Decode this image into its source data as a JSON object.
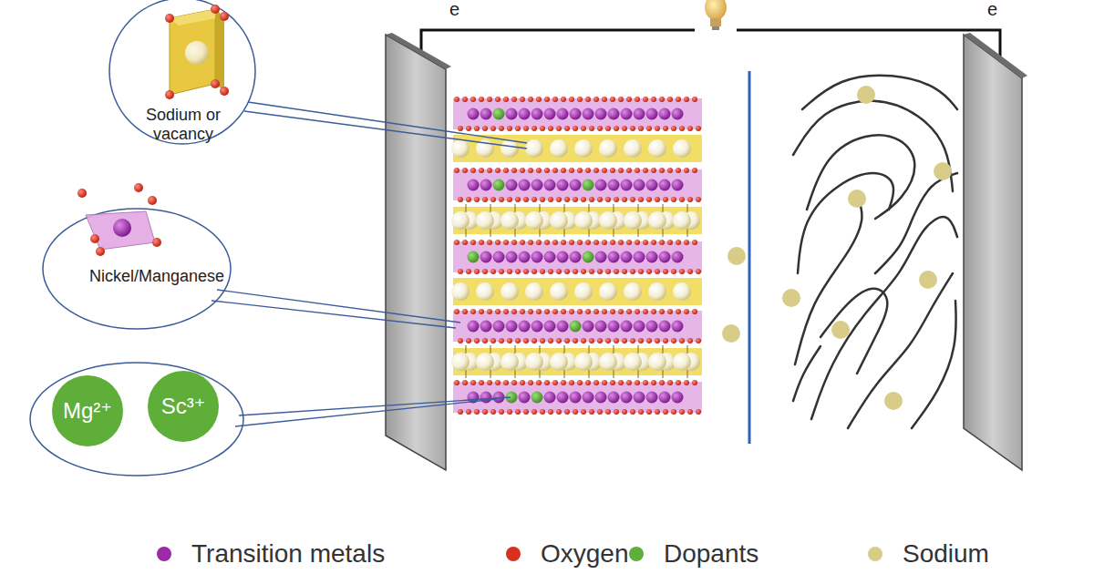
{
  "diagram": {
    "nodes": [
      {
        "text": [
          "Sodium or vacancy"
        ]
      },
      {
        "text": [
          "Nickel/Manganese"
        ]
      },
      {
        "text": [
          "Mg²⁺"
        ]
      },
      {
        "text": [
          "Sc³⁺"
        ]
      }
    ],
    "labels": [
      "e",
      "e"
    ],
    "legend": [
      {
        "text": "Transition metals",
        "color": "#9a2aa8"
      },
      {
        "text": "Oxygen",
        "color": "#d8321e"
      },
      {
        "text": "Dopants",
        "color": "#5fae3a"
      },
      {
        "text": "Sodium",
        "color": "#d8cc88"
      }
    ]
  }
}
